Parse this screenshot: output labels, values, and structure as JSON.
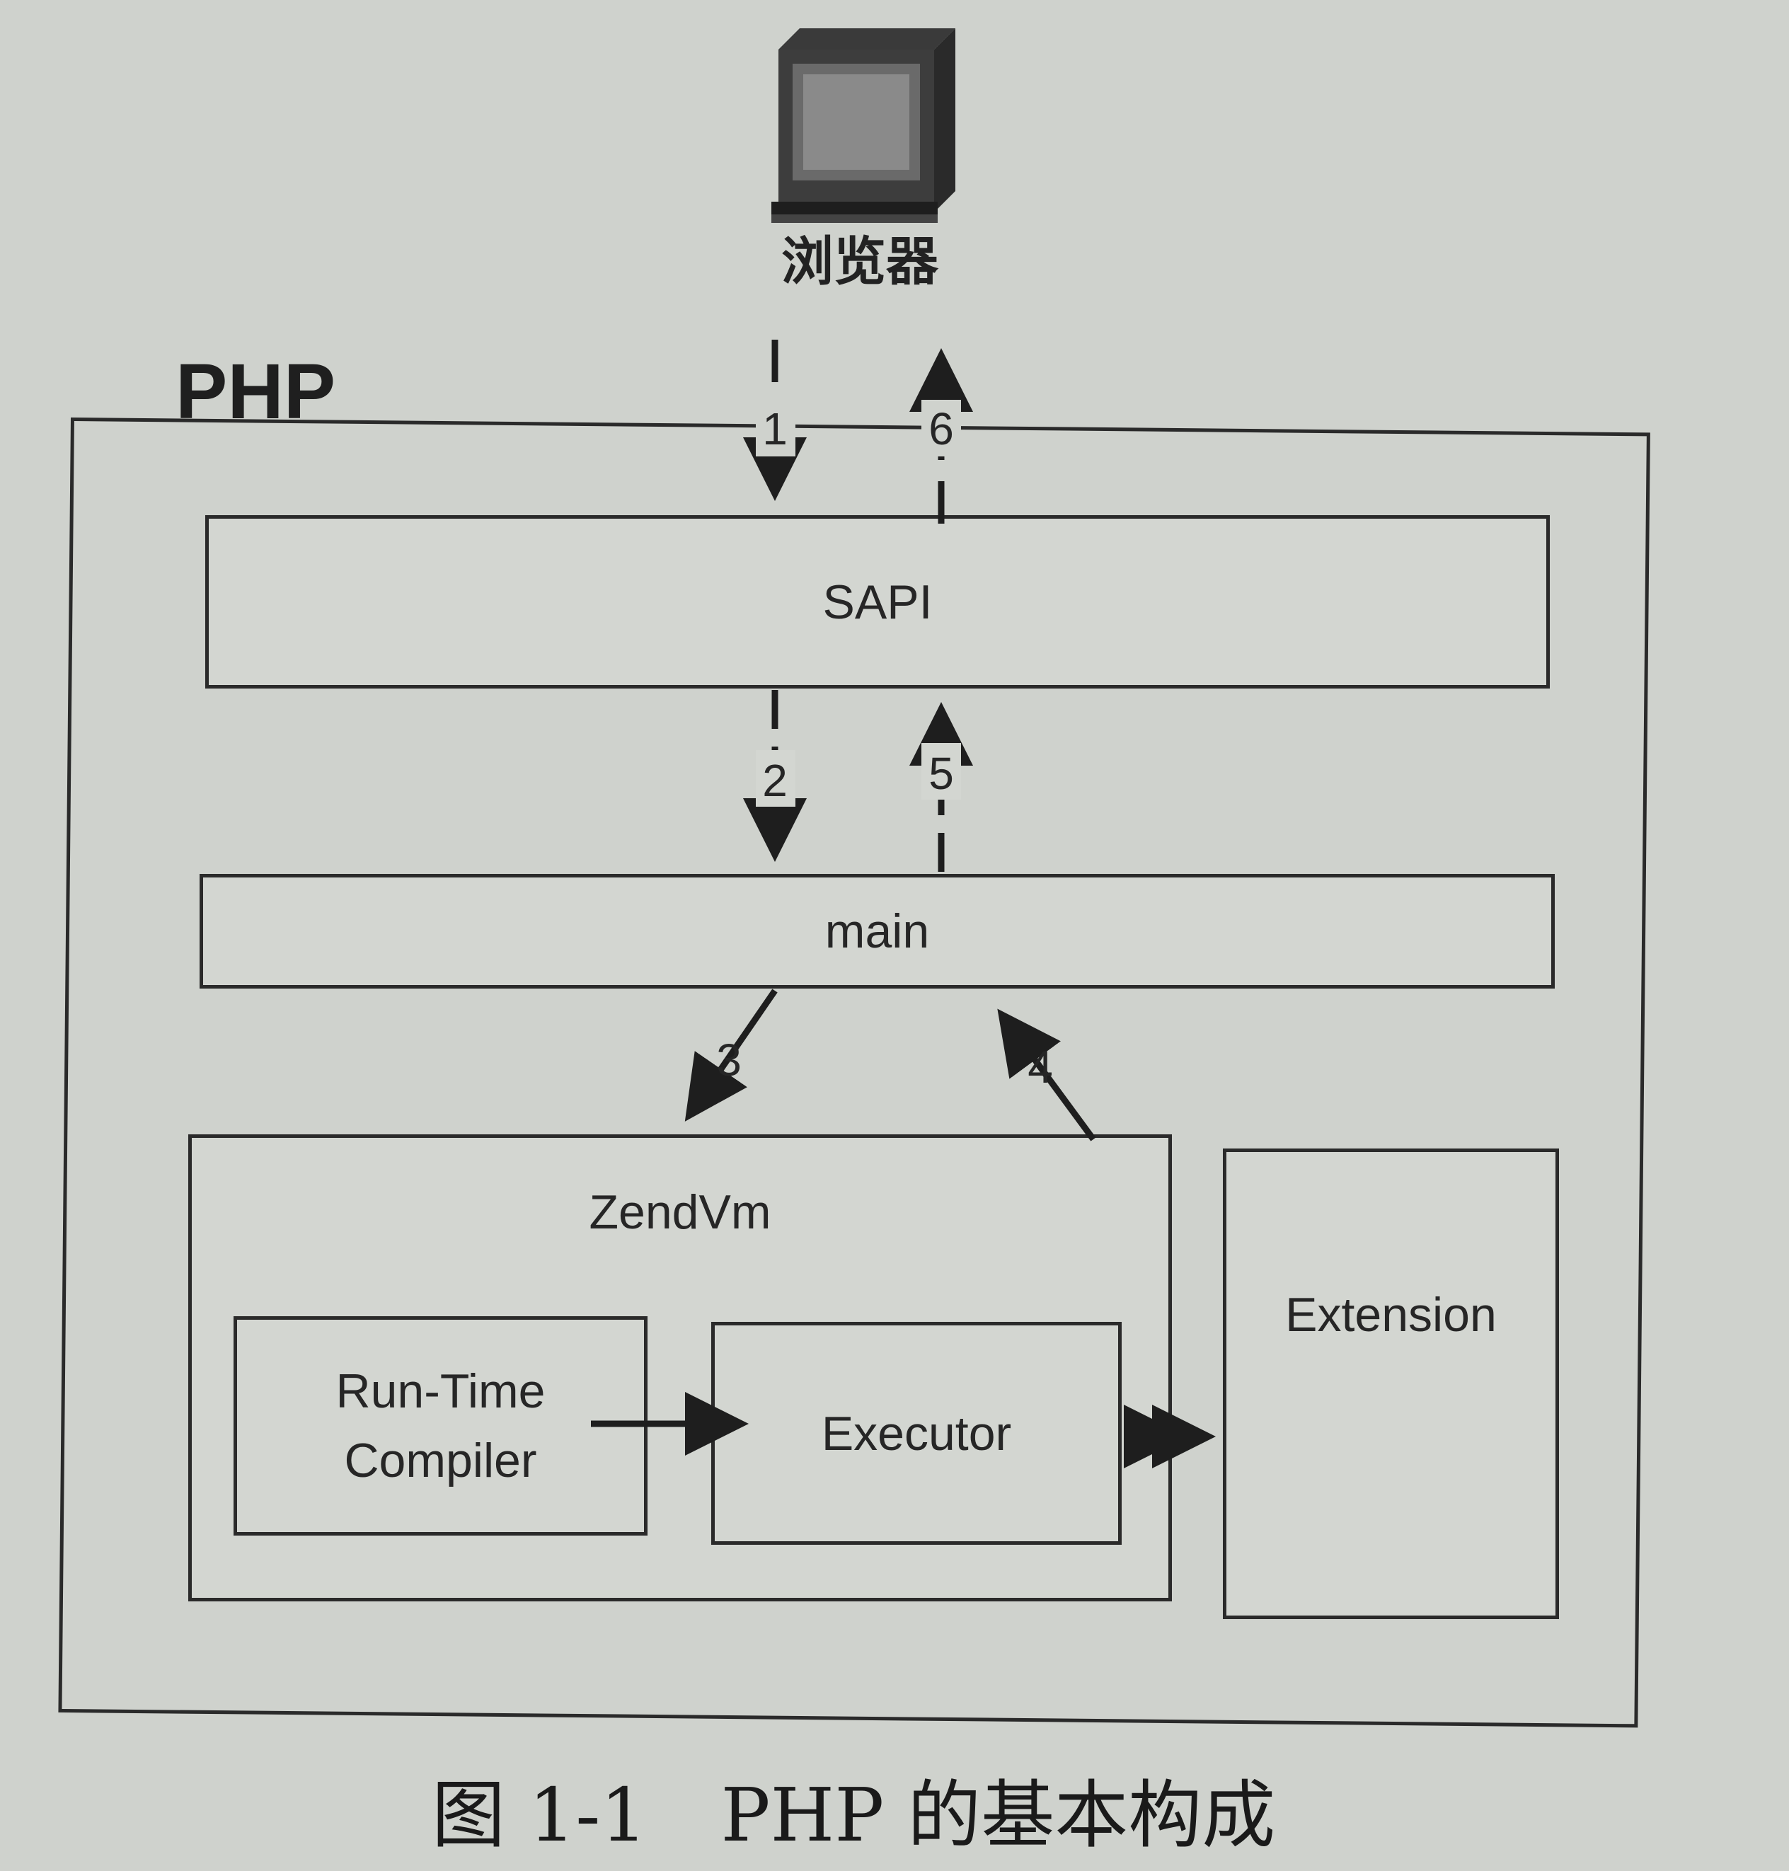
{
  "browser": {
    "label": "浏览器",
    "icon": "computer-monitor-icon"
  },
  "php_container": {
    "title": "PHP"
  },
  "layers": {
    "sapi": "SAPI",
    "main": "main",
    "zendvm": "ZendVm",
    "compiler_line1": "Run-Time",
    "compiler_line2": "Compiler",
    "executor": "Executor",
    "extension": "Extension"
  },
  "steps": {
    "s1": "1",
    "s2": "2",
    "s3": "3",
    "s4": "4",
    "s5": "5",
    "s6": "6"
  },
  "caption": "图 1-1　PHP 的基本构成"
}
